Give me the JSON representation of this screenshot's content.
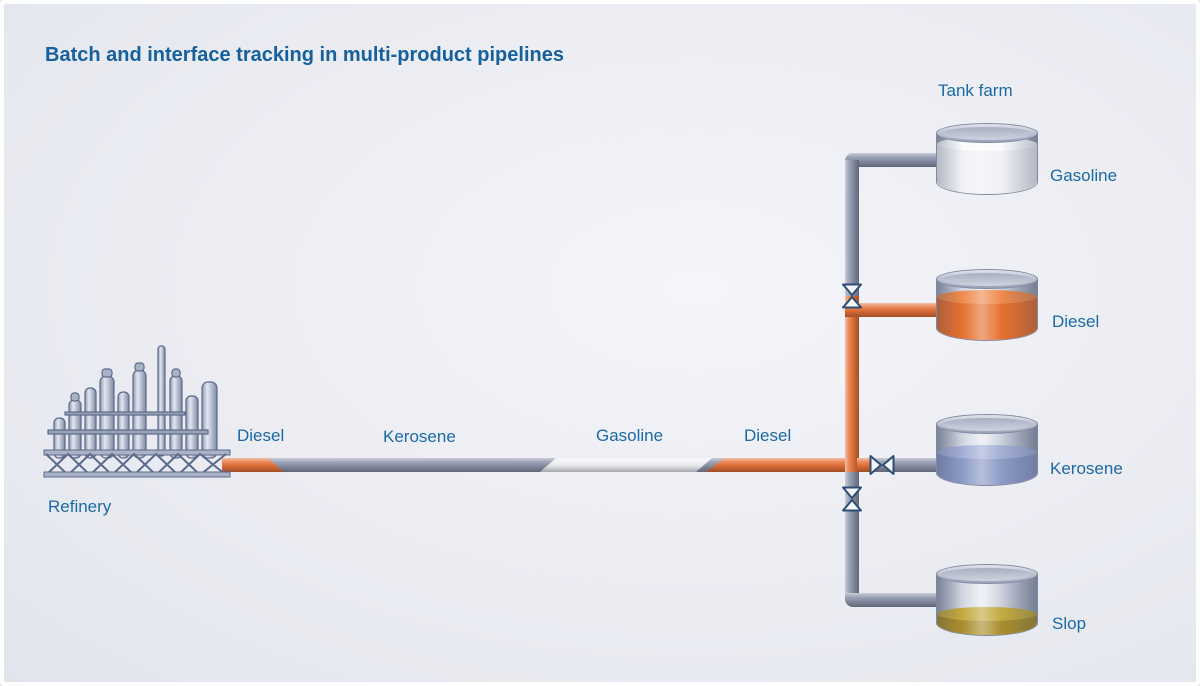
{
  "title": "Batch and interface tracking in multi-product pipelines",
  "labels": {
    "refinery": "Refinery",
    "tank_farm": "Tank farm"
  },
  "pipeline": {
    "batches": [
      {
        "label": "Diesel",
        "color": "#e4713a"
      },
      {
        "label": "Kerosene",
        "color": "#8b93a9"
      },
      {
        "label": "Gasoline",
        "color": "#eef0f4"
      },
      {
        "label": "Diesel",
        "color": "#e4713a"
      }
    ]
  },
  "tanks": [
    {
      "label": "Gasoline",
      "fill": "#eff1f5",
      "surface": "#f8fafc",
      "level": "82%"
    },
    {
      "label": "Diesel",
      "fill": "#e5702f",
      "surface": "#ef8a4d",
      "level": "70%"
    },
    {
      "label": "Kerosene",
      "fill": "#8b99c6",
      "surface": "#a2afd6",
      "level": "54%"
    },
    {
      "label": "Slop",
      "fill": "#a98d2b",
      "surface": "#c3a93f",
      "level": "34%"
    }
  ],
  "colors": {
    "pipe_gray": "#8b93a9",
    "product_diesel": "#e4713a",
    "text_blue": "#1b6aa6",
    "title_blue": "#15609d"
  }
}
